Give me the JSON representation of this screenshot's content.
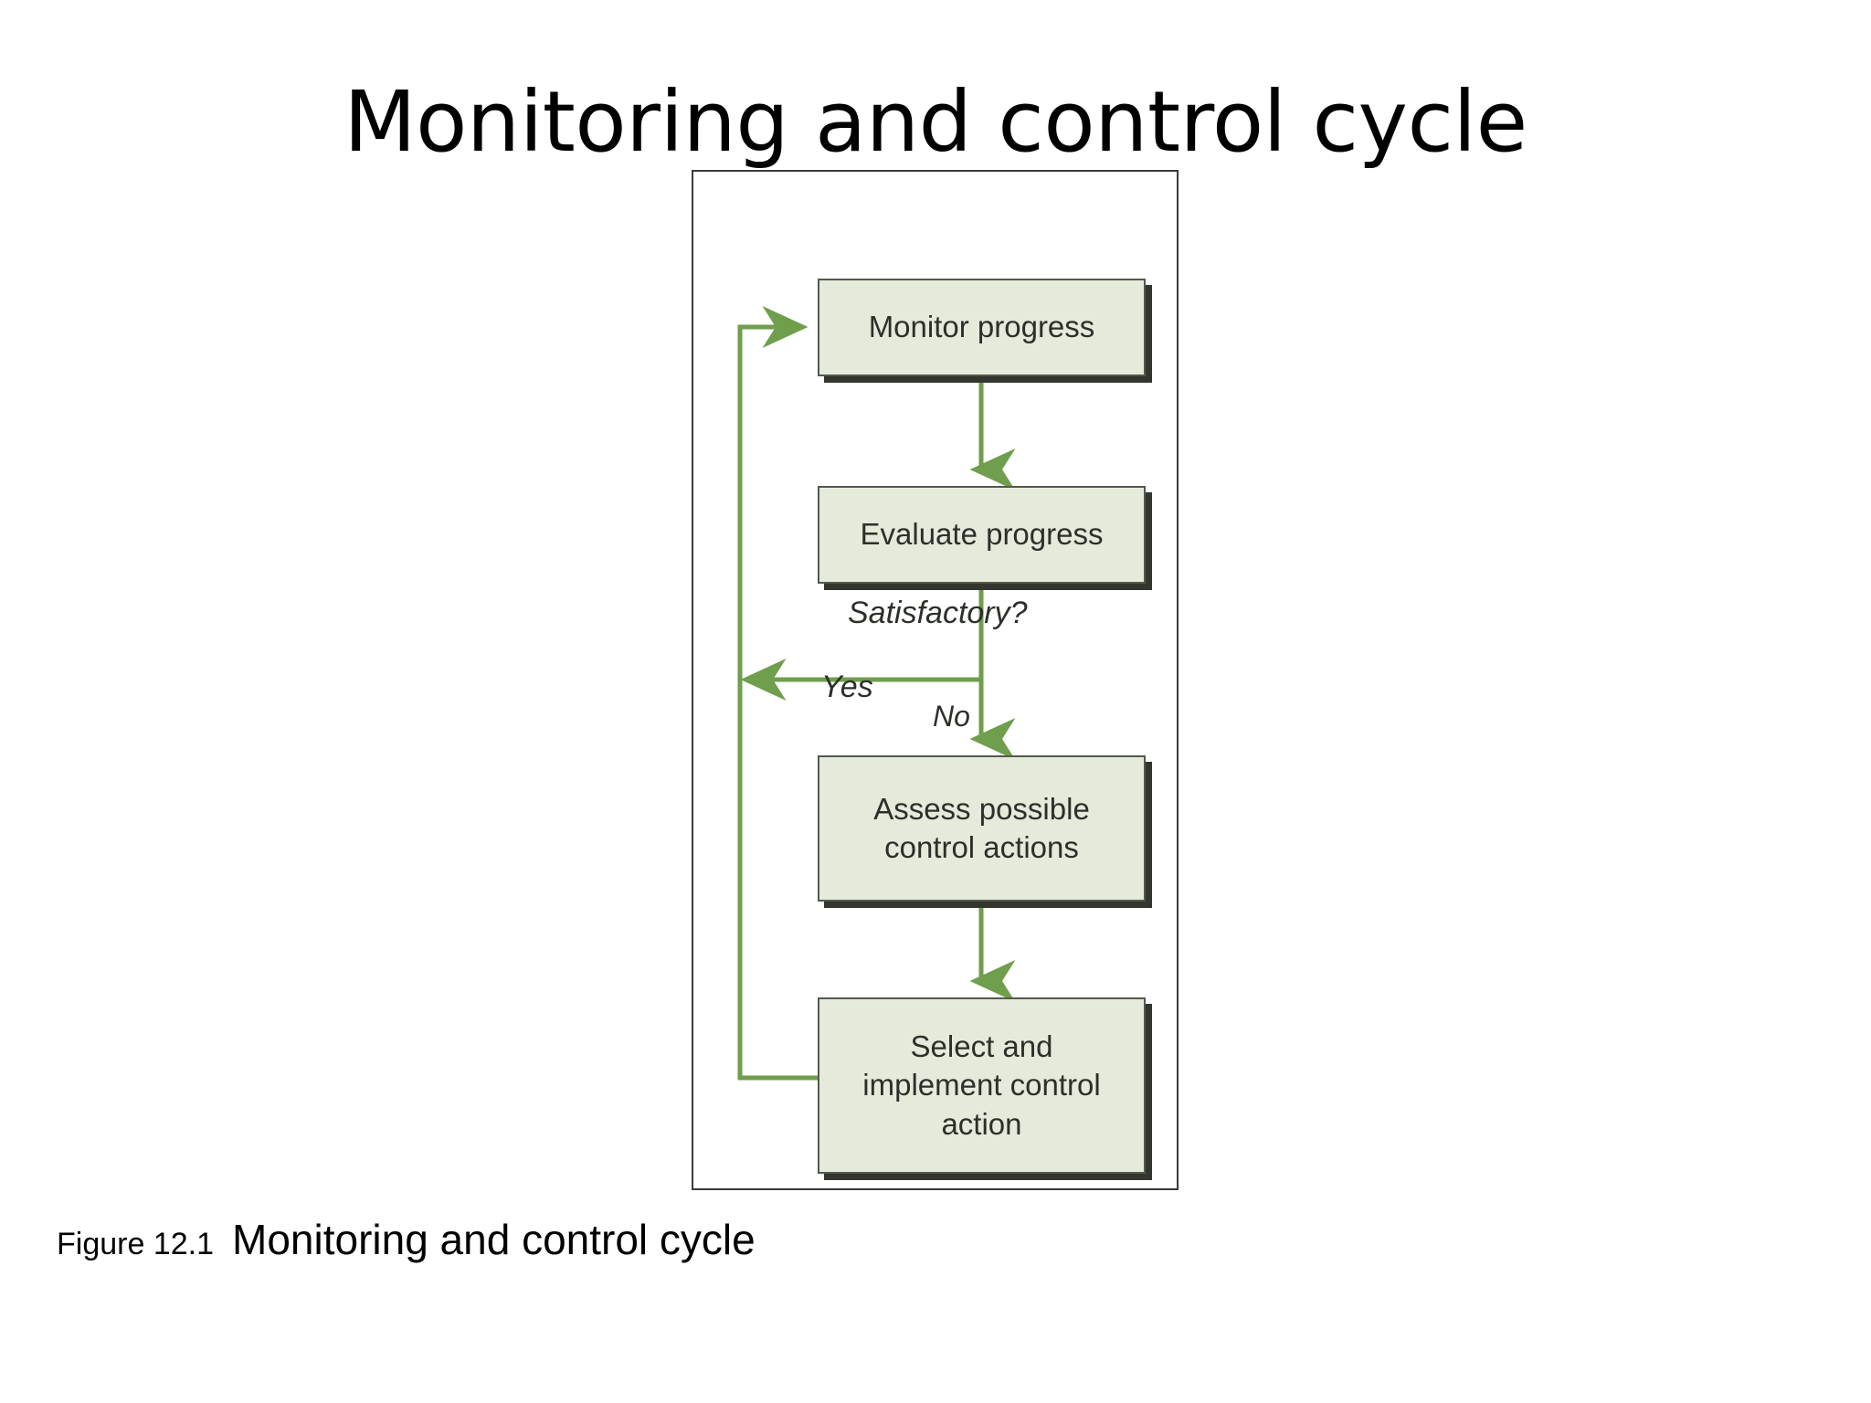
{
  "slide": {
    "title": "Monitoring and control cycle",
    "background_color": "#ffffff"
  },
  "figure": {
    "frame_border_color": "#3b3b3b",
    "box_fill_color": "#e5ebdb",
    "box_border_color": "#53594c",
    "box_shadow_color": "#33362f",
    "arrow_color": "#6f9e4c",
    "text_color": "#2c302a",
    "boxes": [
      {
        "id": "monitor",
        "label": "Monitor progress"
      },
      {
        "id": "evaluate",
        "label": "Evaluate progress"
      },
      {
        "id": "assess",
        "label": "Assess possible\ncontrol actions"
      },
      {
        "id": "select",
        "label": "Select and\nimplement control\naction"
      }
    ],
    "edge_labels": {
      "decision": "Satisfactory?",
      "yes": "Yes",
      "no": "No"
    }
  },
  "caption": {
    "number": "Figure 12.1",
    "text": "Monitoring and control cycle"
  }
}
